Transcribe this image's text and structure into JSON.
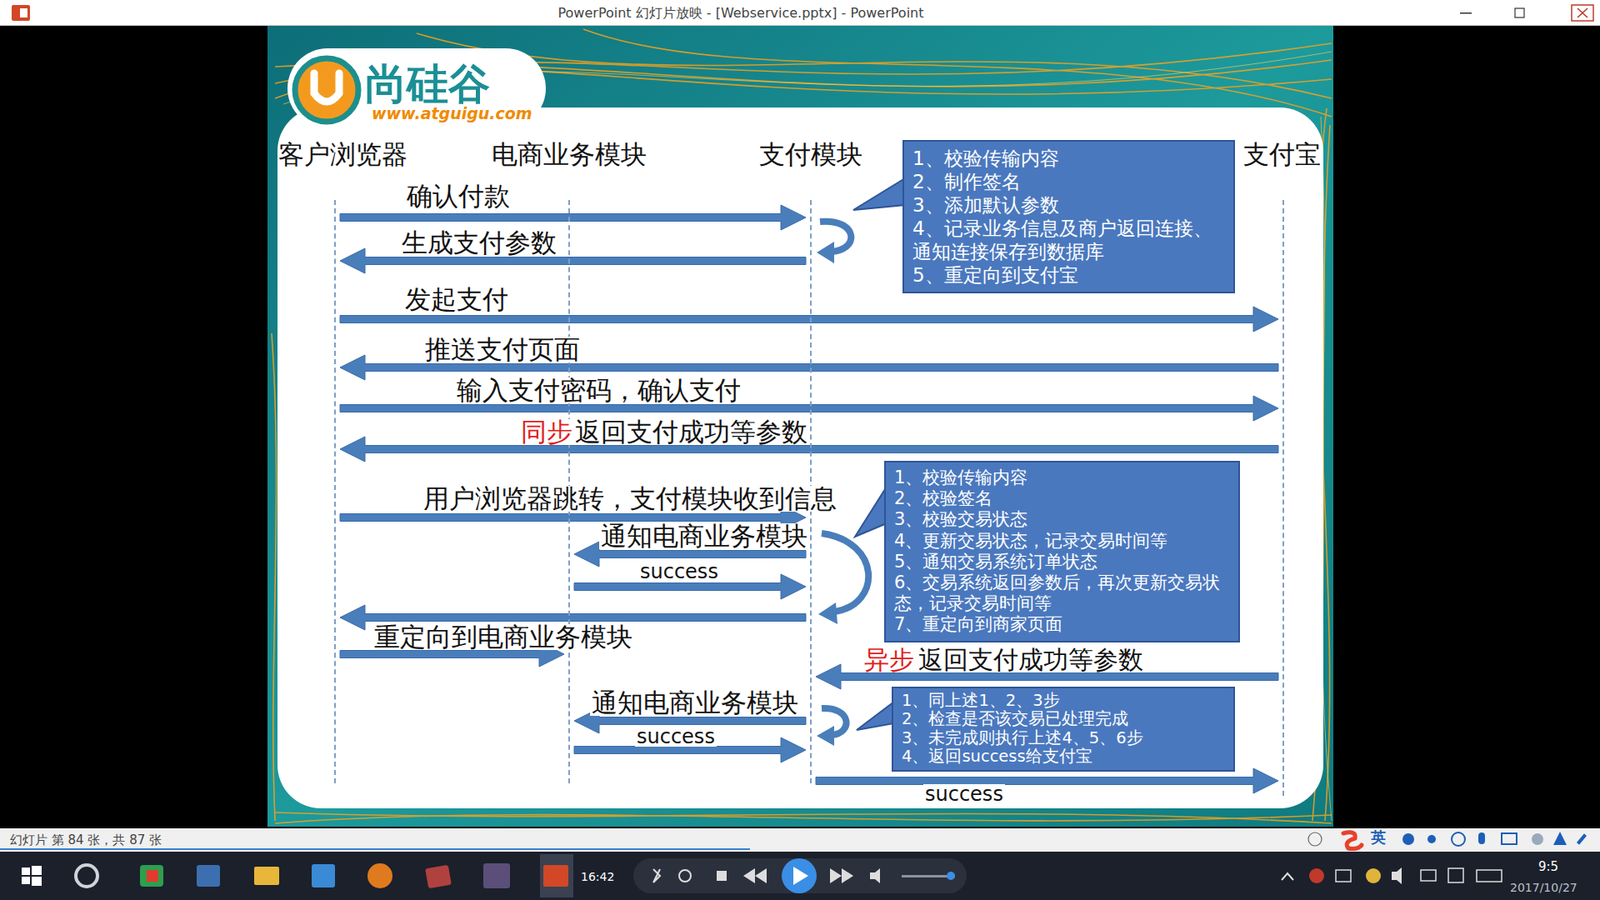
{
  "diagram": {
    "nodes": [
      {
        "text": [
          "客户浏览器"
        ]
      },
      {
        "text": [
          "电商业务模块"
        ]
      },
      {
        "text": [
          "支付模块"
        ]
      },
      {
        "text": [
          "1、校验传输内容",
          "2、制作签名",
          "3、添加默认参数",
          "4、记录业务信息及商户返回连接、通知连接保存到数据库",
          "5、重定向到支付宝"
        ]
      },
      {
        "text": [
          "支付宝"
        ]
      },
      {
        "text": [
          "1、校验传输内容",
          "2、校验签名",
          "3、校验交易状态",
          "4、更新交易状态，记录交易时间等",
          "5、通知交易系统订单状态",
          "6、交易系统返回参数后，再次更新交易状态，记录交易时间等",
          "7、重定向到商家页面"
        ]
      },
      {
        "text": [
          "1、同上述1、2、3步",
          "2、检查是否该交易已处理完成",
          "3、未完成则执行上述4、5、6步",
          "4、返回success给支付宝"
        ]
      }
    ],
    "edges": [
      {
        "from": 0,
        "to": 2,
        "label": "确认付款",
        "arrow": "to"
      },
      {
        "from": 2,
        "to": 0,
        "label": "生成支付参数",
        "arrow": "to"
      },
      {
        "from": 0,
        "to": 4,
        "label": "发起支付",
        "arrow": "to"
      },
      {
        "from": 4,
        "to": 0,
        "label": "推送支付页面",
        "arrow": "to"
      },
      {
        "from": 0,
        "to": 4,
        "label": "输入支付密码，确认支付",
        "arrow": "to"
      },
      {
        "from": 4,
        "to": 0,
        "label": "返回支付成功等参数",
        "arrow": "to"
      },
      {
        "from": 0,
        "to": 2,
        "label": "用户浏览器跳转，支付模块收到信息",
        "arrow": "to"
      },
      {
        "from": 2,
        "to": 1,
        "label": "通知电商业务模块",
        "arrow": "to"
      },
      {
        "from": 1,
        "to": 2,
        "label": "success",
        "arrow": "to"
      },
      {
        "from": 2,
        "to": 0,
        "arrow": "to"
      },
      {
        "from": 0,
        "to": 1,
        "label": "重定向到电商业务模块",
        "arrow": "to"
      },
      {
        "from": 4,
        "to": 2,
        "label": "返回支付成功等参数",
        "arrow": "to"
      },
      {
        "from": 2,
        "to": 1,
        "label": "通知电商业务模块",
        "arrow": "to"
      },
      {
        "from": 1,
        "to": 2,
        "label": "success",
        "arrow": "to"
      },
      {
        "from": 2,
        "to": 4,
        "label": "success",
        "arrow": "to"
      }
    ],
    "labels": [
      "PowerPoint 幻灯片放映 - [Webservice.pptx] - PowerPoint",
      "尚硅谷",
      "www.atguigu.com",
      "同步",
      "异步",
      "幻灯片 第 84 张，共 87 张",
      "英",
      "16:42",
      "9:5",
      "2017/10/27"
    ]
  }
}
